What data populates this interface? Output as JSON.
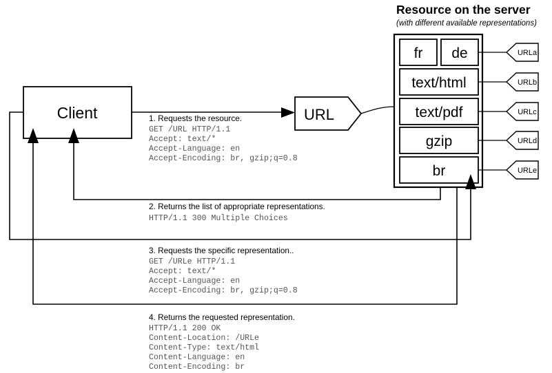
{
  "server": {
    "title": "Resource on the server",
    "subtitle": "(with different available representations)",
    "representations": [
      {
        "label": "fr",
        "tag": "URLa"
      },
      {
        "label": "de",
        "tag": "URLa"
      },
      {
        "label": "text/html",
        "tag": "URLb"
      },
      {
        "label": "text/pdf",
        "tag": "URLc"
      },
      {
        "label": "gzip",
        "tag": "URLd"
      },
      {
        "label": "br",
        "tag": "URLe"
      }
    ],
    "tags": [
      "URLa",
      "URLb",
      "URLc",
      "URLd",
      "URLe"
    ]
  },
  "client": {
    "label": "Client"
  },
  "url_node": {
    "label": "URL"
  },
  "steps": [
    {
      "title": "1. Requests the resource.",
      "lines": [
        "GET /URL HTTP/1.1",
        "Accept: text/*",
        "Accept-Language: en",
        "Accept-Encoding: br, gzip;q=0.8"
      ]
    },
    {
      "title": "2. Returns the list of  appropriate representations.",
      "lines": [
        "HTTP/1.1 300 Multiple Choices"
      ]
    },
    {
      "title": "3. Requests the specific representation..",
      "lines": [
        "GET /URLe HTTP/1.1",
        "Accept: text/*",
        "Accept-Language: en",
        "Accept-Encoding: br, gzip;q=0.8"
      ]
    },
    {
      "title": "4. Returns the requested representation.",
      "lines": [
        "HTTP/1.1 200 OK",
        "Content-Location: /URLe",
        "Content-Type: text/html",
        "Content-Language: en",
        "Content-Encoding: br"
      ]
    }
  ],
  "colors": {
    "stroke": "#000000",
    "background": "#ffffff",
    "code_text": "#555555"
  }
}
